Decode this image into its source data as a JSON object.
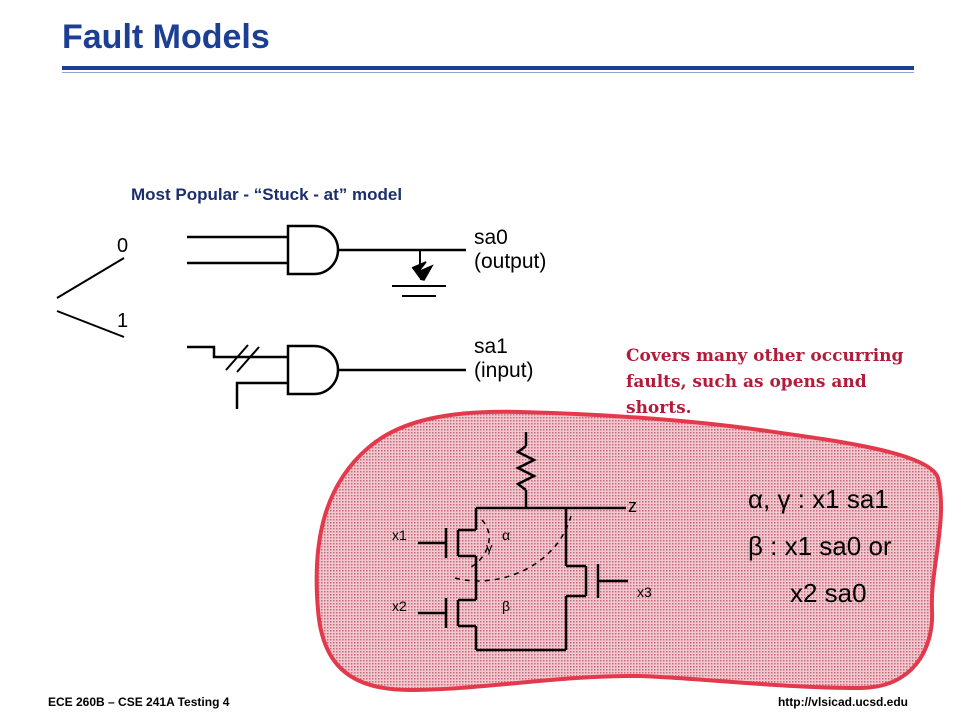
{
  "slide": {
    "title": "Fault Models",
    "subtitle": "Most Popular - “Stuck - at” model",
    "note": "Covers many other occurring faults, such as opens and shorts.",
    "footer_left": "ECE 260B – CSE 241A Testing 4",
    "footer_right": "http://vlsicad.ucsd.edu"
  },
  "diagram": {
    "logic_zero": "0",
    "logic_one": "1",
    "sa0_label": "sa0",
    "sa0_desc": "(output)",
    "sa1_label": "sa1",
    "sa1_desc": "(input)",
    "node_z": "z",
    "input_x1": "x1",
    "input_x2": "x2",
    "input_x3": "x3",
    "fault_alpha": "α",
    "fault_beta": "β",
    "fault_gamma": "γ",
    "legend_line1": "α, γ : x1 sa1",
    "legend_line2": "β : x1 sa0 or",
    "legend_line3": "x2 sa0"
  },
  "colors": {
    "title": "#1c3f94",
    "note": "#b01c3a",
    "blob_fill": "#e99aa6",
    "blob_stroke": "#e23a4c"
  }
}
